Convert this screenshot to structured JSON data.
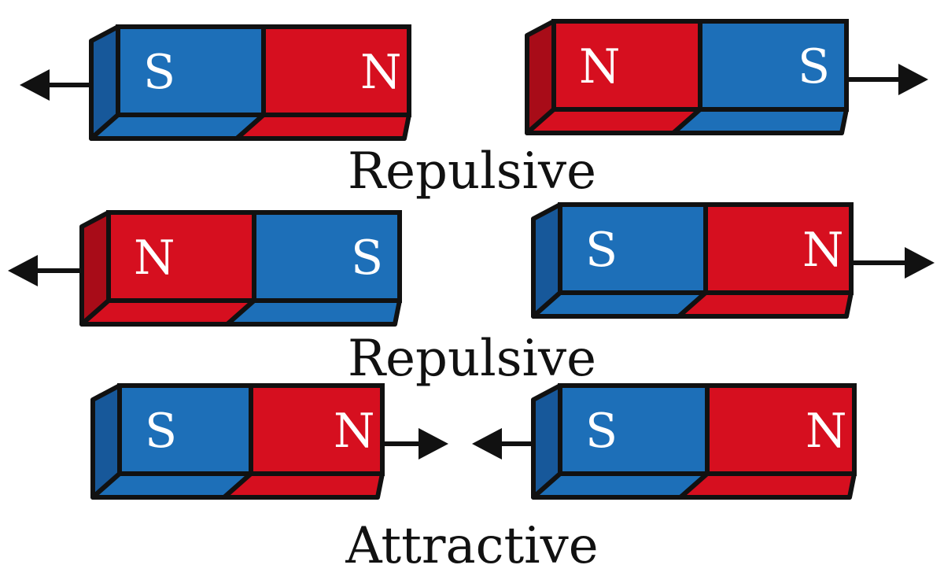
{
  "colors": {
    "south": "#1d6fb8",
    "south_dark": "#17589a",
    "north": "#d60f1f",
    "north_dark": "#a80c18",
    "outline": "#111111",
    "label": "#ffffff"
  },
  "rows": [
    {
      "caption": "Repulsive",
      "magnets": [
        {
          "name": "magnet-row1-left",
          "left_pole": "S",
          "right_pole": "N",
          "arrow": "left"
        },
        {
          "name": "magnet-row1-right",
          "left_pole": "N",
          "right_pole": "S",
          "arrow": "right"
        }
      ]
    },
    {
      "caption": "Repulsive",
      "magnets": [
        {
          "name": "magnet-row2-left",
          "left_pole": "N",
          "right_pole": "S",
          "arrow": "left"
        },
        {
          "name": "magnet-row2-right",
          "left_pole": "S",
          "right_pole": "N",
          "arrow": "right"
        }
      ]
    },
    {
      "caption": "Attractive",
      "magnets": [
        {
          "name": "magnet-row3-left",
          "left_pole": "S",
          "right_pole": "N",
          "arrow": "right"
        },
        {
          "name": "magnet-row3-right",
          "left_pole": "S",
          "right_pole": "N",
          "arrow": "left"
        }
      ]
    }
  ]
}
